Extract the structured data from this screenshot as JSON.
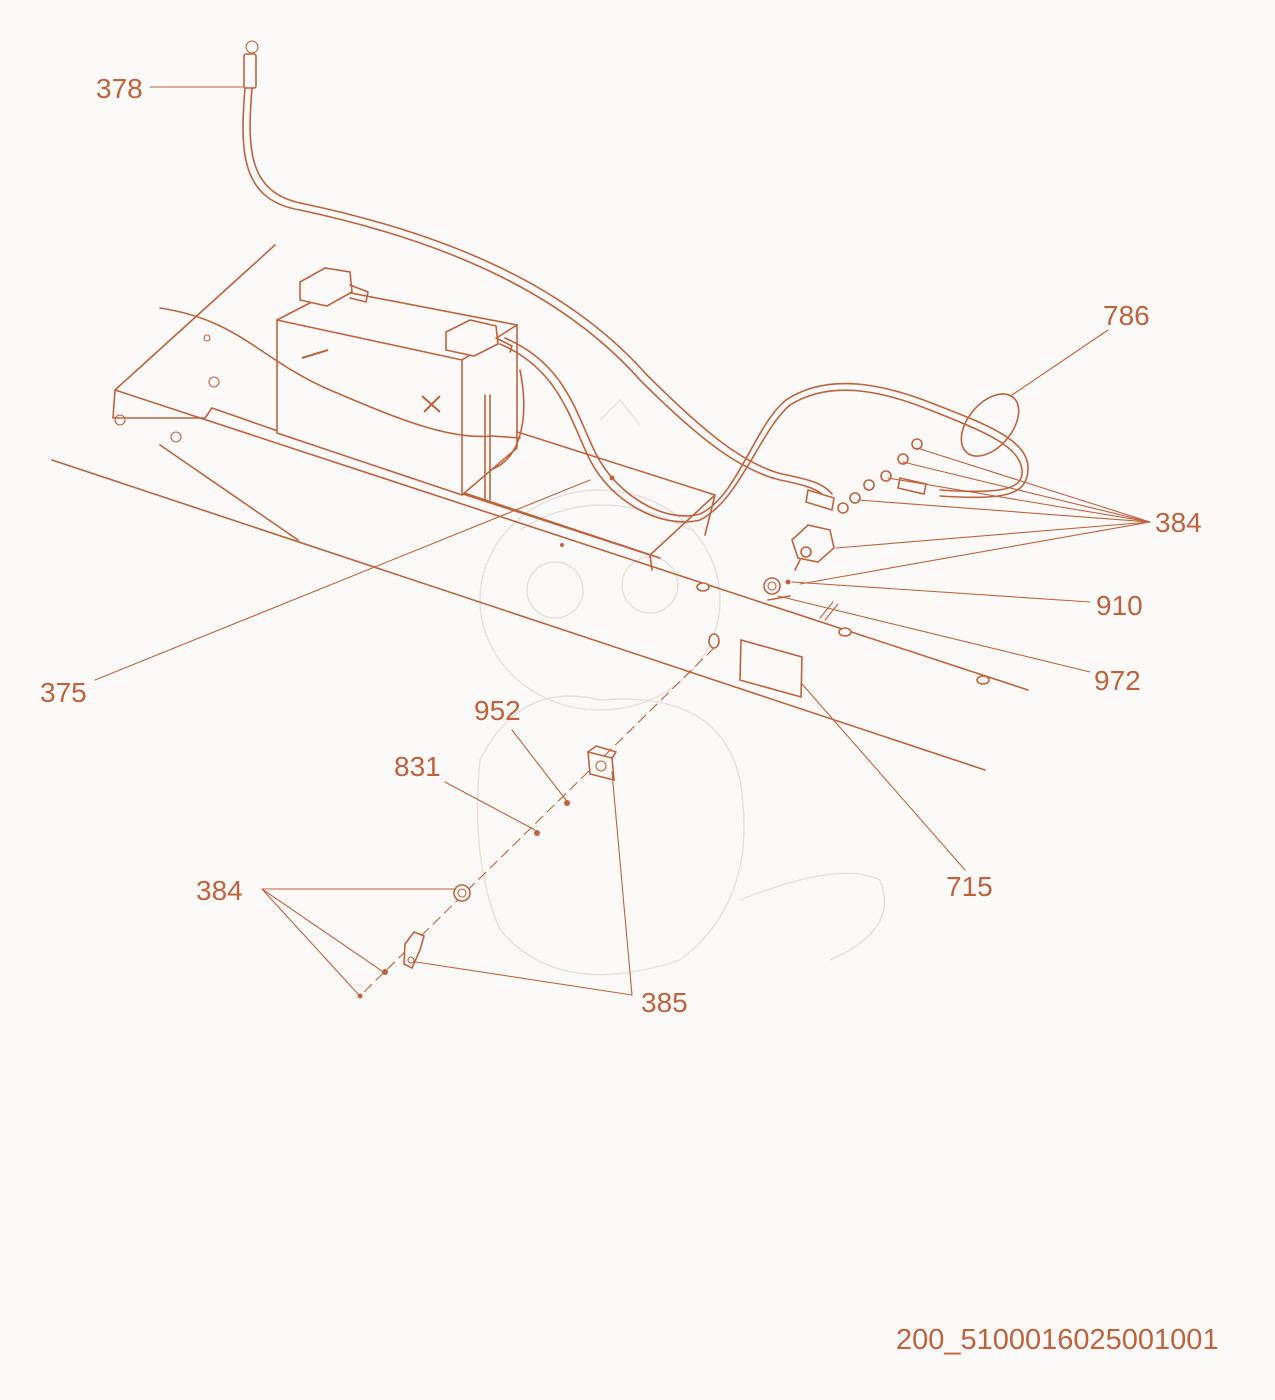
{
  "callouts": {
    "c378": "378",
    "c786": "786",
    "c384a": "384",
    "c910": "910",
    "c375": "375",
    "c972": "972",
    "c952": "952",
    "c831": "831",
    "c384b": "384",
    "c715": "715",
    "c385": "385"
  },
  "document_id": "200_5100016025001001",
  "colors": {
    "line": "#c0633d",
    "background": "#fbfaf8"
  }
}
